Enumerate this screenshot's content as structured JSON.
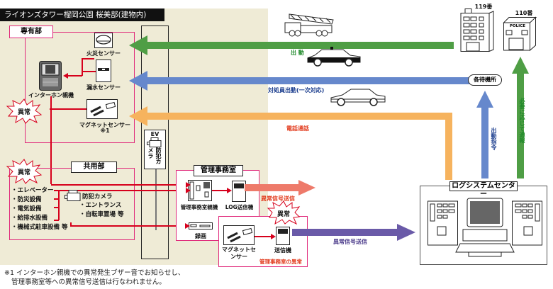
{
  "header": {
    "title": "ライオンズタワー榴岡公園 桜美部(建物内)"
  },
  "zones": {
    "private": {
      "label": "専有部"
    },
    "common": {
      "label": "共用部"
    },
    "office": {
      "label": "管理事務室"
    },
    "center": {
      "label": "ログシステムセンター"
    }
  },
  "devices": {
    "fire_sensor": "火災センサー",
    "leak_sensor": "漏水センサー",
    "intercom": "インターホン親機",
    "magnet_sensor": "マグネットセンサー",
    "magnet_note": "※1",
    "ev": "EV",
    "ev_camera": "防犯カメラ",
    "office_unit": "管理事務室親機",
    "log_sender": "LOG送信機",
    "recorder": "録画",
    "office_magnet": "マグネットセンサー",
    "office_sender": "送信機",
    "security_camera": "防犯カメラ"
  },
  "alerts": {
    "private_alert": "異常",
    "common_alert": "異常",
    "office_alert": "異常"
  },
  "common_items": [
    "・エレベーター",
    "・防災設備",
    "・電気設備",
    "・給排水設備",
    "・機械式駐車設備 等"
  ],
  "camera_items": [
    "・エントランス",
    "・自転車置場 等"
  ],
  "flows": {
    "dispatch": "出 動",
    "staff_dispatch": "対処員出動(一次対応)",
    "phone_call": "電話通話",
    "alarm_signal_1": "異常信号送信",
    "alarm_signal_2": "異常信号送信",
    "office_alarm": "管理事務室の異常",
    "dispatch_order": "出動指令",
    "notify": "必要に応じて通報",
    "standby": "各待機所"
  },
  "external": {
    "fire_station": "119番",
    "police": "110番",
    "police_sign": "POLICE"
  },
  "footnote": [
    "※1 インターホン親機での異常発生ブザー音でお知らせし、",
    "管理事務室等への異常信号送信は行なわれません。"
  ],
  "colors": {
    "green": "#4f9e45",
    "blue": "#6688cc",
    "orange": "#f6b35e",
    "salmon": "#ee7a6a",
    "purple": "#6a5aa8",
    "pink": "#e0287a",
    "red": "#d6001c"
  }
}
